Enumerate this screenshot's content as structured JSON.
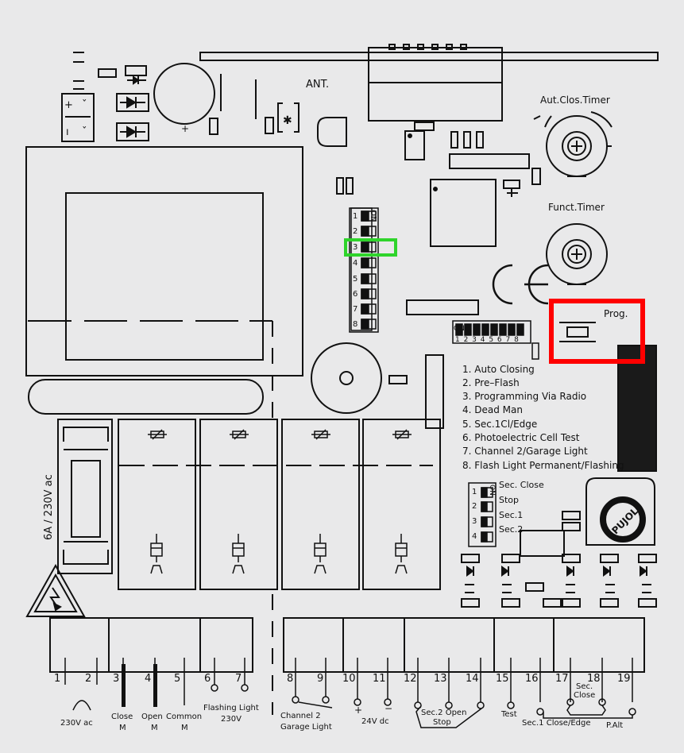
{
  "labels": {
    "antenna": "ANT.",
    "aut_clos_timer": "Aut.Clos.Timer",
    "funct_timer": "Funct.Timer",
    "prog": "Prog.",
    "fuse": "6A / 230V ac",
    "brand": "PUJOL",
    "dip_on": "ON"
  },
  "dip_main_functions": [
    "1. Auto Closing",
    "2. Pre–Flash",
    "3. Programming Via Radio",
    "4. Dead Man",
    "5. Sec.1Cl/Edge",
    "6. Photoelectric Cell Test",
    "7. Channel 2/Garage Light",
    "8. Flash Light Permanent/Flashing"
  ],
  "dip_main_numbers": "1 2 3 4 5 6 7 8",
  "dip_small_labels": [
    "Sec. Close",
    "Stop",
    "Sec.1",
    "Sec.2"
  ],
  "dip_vertical_numbers": [
    "1",
    "2",
    "3",
    "4",
    "5",
    "6",
    "7",
    "8"
  ],
  "dip_small_numbers": [
    "1",
    "2",
    "3",
    "4"
  ],
  "terminals": [
    "1",
    "2",
    "3",
    "4",
    "5",
    "6",
    "7",
    "8",
    "9",
    "10",
    "11",
    "12",
    "13",
    "14",
    "15",
    "16",
    "17",
    "18",
    "19"
  ],
  "terminal_labels": {
    "ac_230": "230V ac",
    "close": "Close",
    "open": "Open",
    "common": "Common",
    "m1": "M",
    "m2": "M",
    "m3": "M",
    "flashing_light": "Flashing Light",
    "flashing_230": "230V",
    "channel2": "Channel 2",
    "garage_light": "Garage Light",
    "plus": "+",
    "minus": "−",
    "v24dc": "24V dc",
    "sec2_open": "Sec.2 Open",
    "stop": "Stop",
    "test": "Test",
    "sec_close_top": "Sec.",
    "sec_close_bottom": "Close",
    "sec1_close_edge": "Sec.1 Close/Edge",
    "p_alt": "P.Alt"
  },
  "highlights": {
    "prog_color": "#ff0000",
    "dip3_color": "#2fd42b"
  }
}
